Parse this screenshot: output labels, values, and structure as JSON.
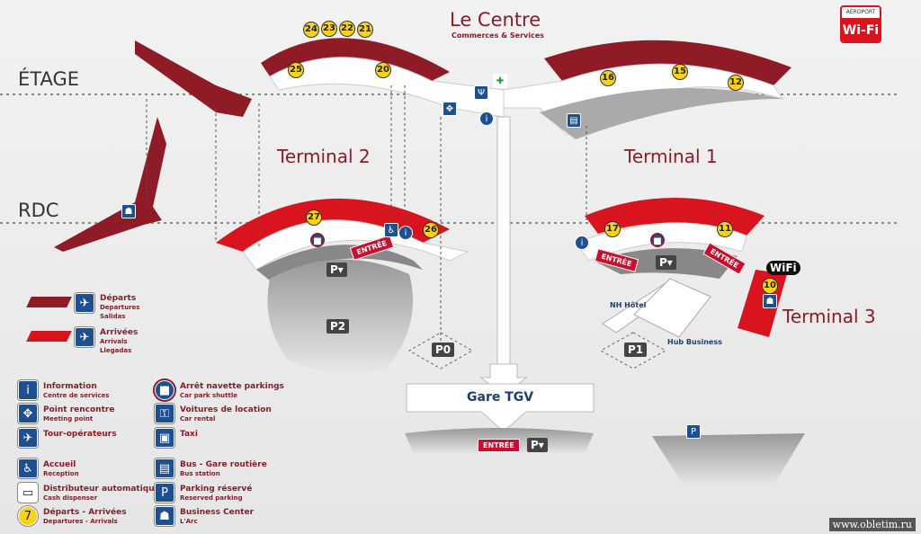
{
  "header": {
    "title": "Le Centre",
    "subtitle": "Commerces & Services"
  },
  "wifi_badge": {
    "top": "AÉROPORT",
    "label": "Wi-Fi"
  },
  "levels": {
    "upper": "ÉTAGE",
    "ground": "RDC"
  },
  "terminals": {
    "t1": "Terminal 1",
    "t2": "Terminal 2",
    "t3": "Terminal 3"
  },
  "gates": {
    "g24": "24",
    "g23": "23",
    "g22": "22",
    "g21": "21",
    "g25": "25",
    "g20": "20",
    "g16": "16",
    "g15": "15",
    "g12": "12",
    "g27": "27",
    "g26": "26",
    "g17": "17",
    "g11": "11",
    "g10": "10"
  },
  "entrance": "ENTRÉE",
  "parking": {
    "p0": "P0",
    "p1": "P1",
    "p2": "P2",
    "pv": "P▾"
  },
  "places": {
    "gare": "Gare TGV",
    "hotel": "NH Hôtel",
    "hub": "Hub Business",
    "wifi": "WiFi"
  },
  "legend": {
    "departs": {
      "title": "Départs",
      "en": "Departures",
      "es": "Salidas"
    },
    "arrivees": {
      "title": "Arrivées",
      "en": "Arrivals",
      "es": "Llegadas"
    },
    "items": [
      {
        "title": "Information",
        "sub": "Centre de services",
        "icon": "i"
      },
      {
        "title": "Point rencontre",
        "sub": "Meeting point",
        "icon": "✥"
      },
      {
        "title": "Tour-opérateurs",
        "sub": "",
        "icon": "✈"
      },
      {
        "title": "Accueil",
        "sub": "Reception",
        "icon": "♿"
      },
      {
        "title": "Distributeur automatique",
        "sub": "Cash dispenser",
        "icon": "▭"
      },
      {
        "title": "Départs - Arrivées",
        "sub": "Departures - Arrivals",
        "icon": "7"
      },
      {
        "title": "Arrêt navette parkings",
        "sub": "Car park shuttle",
        "icon": "■"
      },
      {
        "title": "Voitures de location",
        "sub": "Car rental",
        "icon": "⚿"
      },
      {
        "title": "Taxi",
        "sub": "",
        "icon": "▣"
      },
      {
        "title": "Bus - Gare routière",
        "sub": "Bus station",
        "icon": "▤"
      },
      {
        "title": "Parking réservé",
        "sub": "Reserved parking",
        "icon": "P"
      },
      {
        "title": "Business Center",
        "sub": "L'Arc",
        "icon": "☗"
      }
    ]
  },
  "footer": {
    "site": "www.obletim.ru"
  },
  "colors": {
    "departures": "#8e1b25",
    "arrivals": "#d8151f",
    "blue": "#1d4f91",
    "yellow": "#f7d21b"
  }
}
